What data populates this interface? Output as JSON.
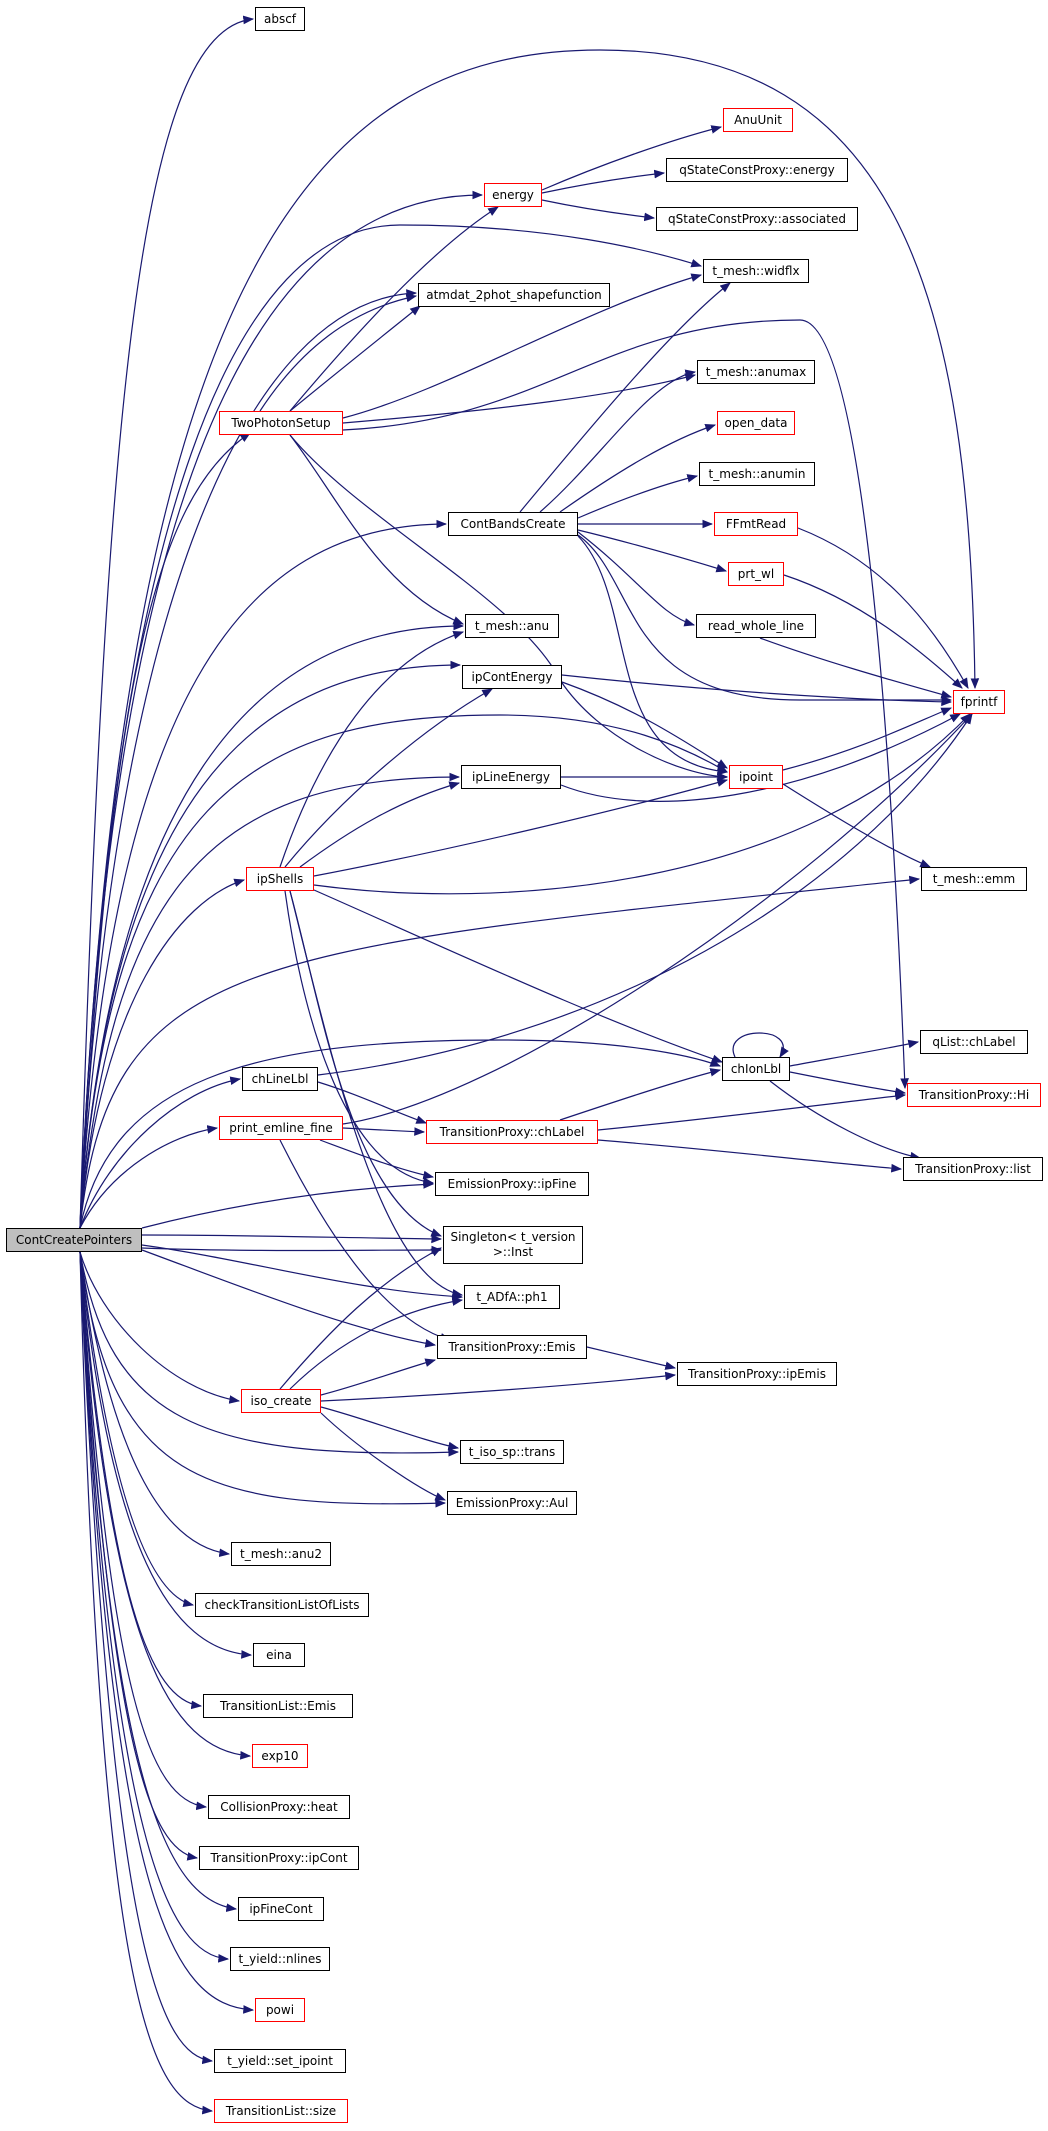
{
  "colors": {
    "edge": "#191970",
    "ref_border": "#ff0000",
    "root_fill": "#bfbfbf"
  },
  "nodes": {
    "ContCreatePointers": "ContCreatePointers",
    "abscf": "abscf",
    "fprintf": "fprintf",
    "energy": "energy",
    "AnuUnit": "AnuUnit",
    "qStateEnergy": "qStateConstProxy::energy",
    "qStateAssociated": "qStateConstProxy::associated",
    "widflx": "t_mesh::widflx",
    "atmdat": "atmdat_2phot_shapefunction",
    "TwoPhotonSetup": "TwoPhotonSetup",
    "anumax": "t_mesh::anumax",
    "open_data": "open_data",
    "anumin": "t_mesh::anumin",
    "ContBandsCreate": "ContBandsCreate",
    "FFmtRead": "FFmtRead",
    "prt_wl": "prt_wl",
    "read_whole_line": "read_whole_line",
    "anu": "t_mesh::anu",
    "ipContEnergy": "ipContEnergy",
    "ipoint": "ipoint",
    "ipLineEnergy": "ipLineEnergy",
    "ipShells": "ipShells",
    "emm": "t_mesh::emm",
    "qListChLabel": "qList::chLabel",
    "chLineLbl": "chLineLbl",
    "chIonLbl": "chIonLbl",
    "TPHi": "TransitionProxy::Hi",
    "print_emline_fine": "print_emline_fine",
    "TPchLabel": "TransitionProxy::chLabel",
    "TPlist": "TransitionProxy::list",
    "EPipFine": "EmissionProxy::ipFine",
    "Singleton": "Singleton< t_version\n>::Inst",
    "ph1": "t_ADfA::ph1",
    "TPEmis": "TransitionProxy::Emis",
    "TPipEmis": "TransitionProxy::ipEmis",
    "iso_create": "iso_create",
    "trans": "t_iso_sp::trans",
    "EPAul": "EmissionProxy::Aul",
    "anu2": "t_mesh::anu2",
    "checkTLL": "checkTransitionListOfLists",
    "eina": "eina",
    "TLEmis": "TransitionList::Emis",
    "exp10": "exp10",
    "CPheat": "CollisionProxy::heat",
    "TPipCont": "TransitionProxy::ipCont",
    "ipFineCont": "ipFineCont",
    "nlines": "t_yield::nlines",
    "powi": "powi",
    "set_ipoint": "t_yield::set_ipoint",
    "TLsize": "TransitionList::size"
  }
}
